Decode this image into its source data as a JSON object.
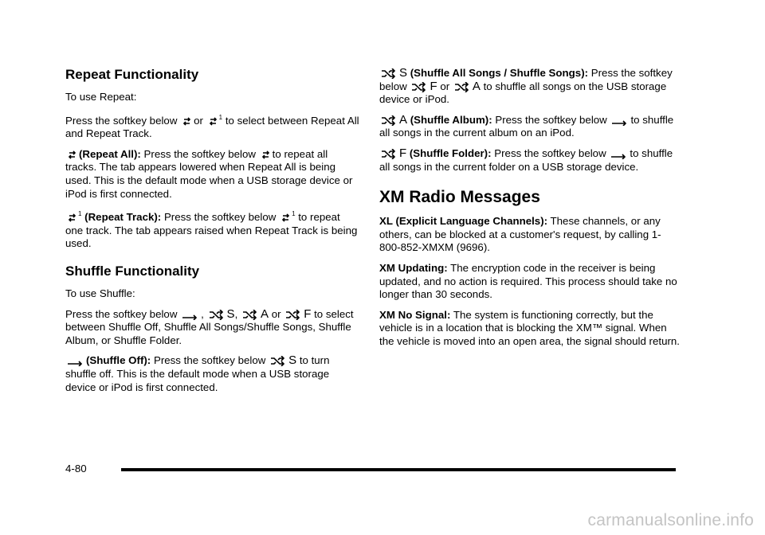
{
  "left": {
    "repeat": {
      "heading": "Repeat Functionality",
      "intro": "To use Repeat:",
      "p1_a": "Press the softkey below",
      "p1_or": "or",
      "p1_b": "to select between Repeat All and Repeat Track.",
      "all_term": "(Repeat All):",
      "all_a": "Press the softkey below",
      "all_b": "to repeat all tracks. The tab appears lowered when Repeat All is being used. This is the default mode when a USB storage device or iPod is first connected.",
      "track_term": "(Repeat Track):",
      "track_a": "Press the softkey below",
      "track_b": "to repeat one track. The tab appears raised when Repeat Track is being used."
    },
    "shuffle": {
      "heading": "Shuffle Functionality",
      "intro": "To use Shuffle:",
      "p1_a": "Press the softkey below",
      "comma": ",",
      "or": "or",
      "p1_b": "to select between Shuffle Off, Shuffle All Songs/Shuffle Songs, Shuffle Album, or Shuffle Folder.",
      "off_term": "(Shuffle Off):",
      "off_a": "Press the softkey below",
      "off_b": "to turn shuffle off. This is the default mode when a USB storage device or iPod is first connected."
    }
  },
  "right": {
    "all_songs_term": "(Shuffle All Songs / Shuffle Songs):",
    "all_songs_a": "Press the softkey below",
    "all_songs_or": "or",
    "all_songs_b": "to shuffle all songs on the USB storage device or iPod.",
    "album_term": "(Shuffle Album):",
    "album_a": "Press the softkey below",
    "album_b": "to shuffle all songs in the current album on an iPod.",
    "folder_term": "(Shuffle Folder):",
    "folder_a": "Press the softkey below",
    "folder_b": "to shuffle all songs in the current folder on a USB storage device.",
    "xm_heading": "XM Radio Messages",
    "xl_term": "XL (Explicit Language Channels):",
    "xl_text": "These channels, or any others, can be blocked at a customer's request, by calling 1-800-852-XMXM (9696).",
    "upd_term": "XM Updating:",
    "upd_text": "The encryption code in the receiver is being updated, and no action is required. This process should take no longer than 30 seconds.",
    "sig_term": "XM No Signal:",
    "sig_text": "The system is functioning correctly, but the vehicle is in a location that is blocking the XM™ signal. When the vehicle is moved into an open area, the signal should return."
  },
  "icon_suffix": {
    "songs": "S",
    "album": "A",
    "folder": "F",
    "track": "1"
  },
  "icons": {
    "repeat_all": "repeat-all-icon",
    "repeat_track": "repeat-track-icon",
    "shuffle_off": "shuffle-off-icon",
    "shuffle": "shuffle-icon"
  },
  "footer": {
    "page_number": "4-80",
    "watermark": "carmanualsonline.info"
  }
}
